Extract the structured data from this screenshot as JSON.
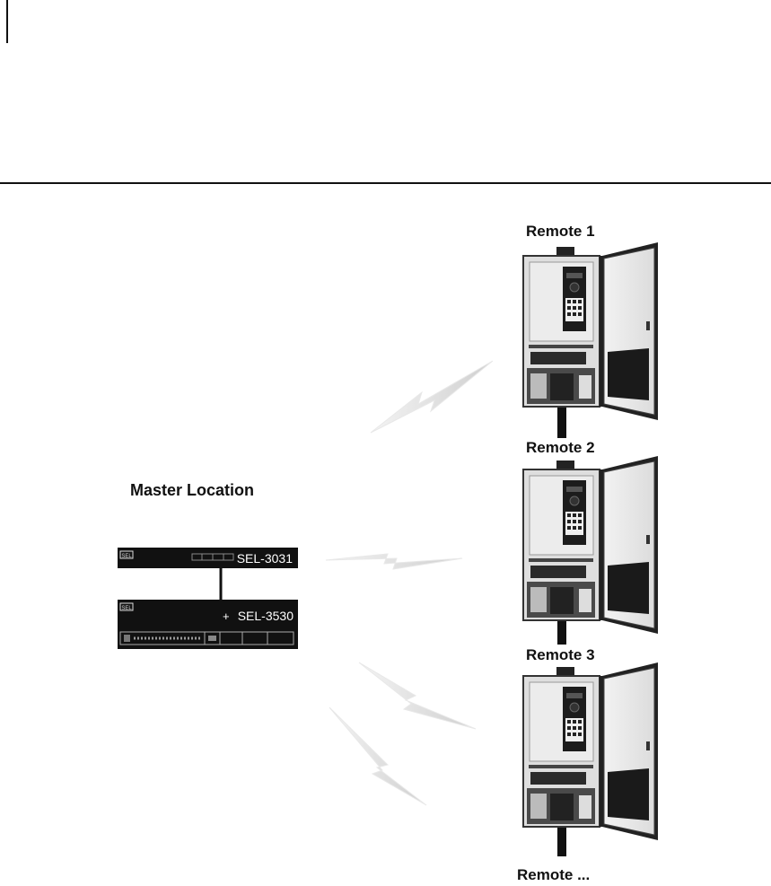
{
  "diagram": {
    "master": {
      "title": "Master Location",
      "device_top": {
        "brand": "SEL",
        "model": "SEL-3031"
      },
      "device_bottom": {
        "brand": "SEL",
        "model": "SEL-3530"
      }
    },
    "remotes": [
      {
        "label": "Remote 1"
      },
      {
        "label": "Remote 2"
      },
      {
        "label": "Remote 3"
      },
      {
        "label": "Remote ..."
      }
    ]
  }
}
